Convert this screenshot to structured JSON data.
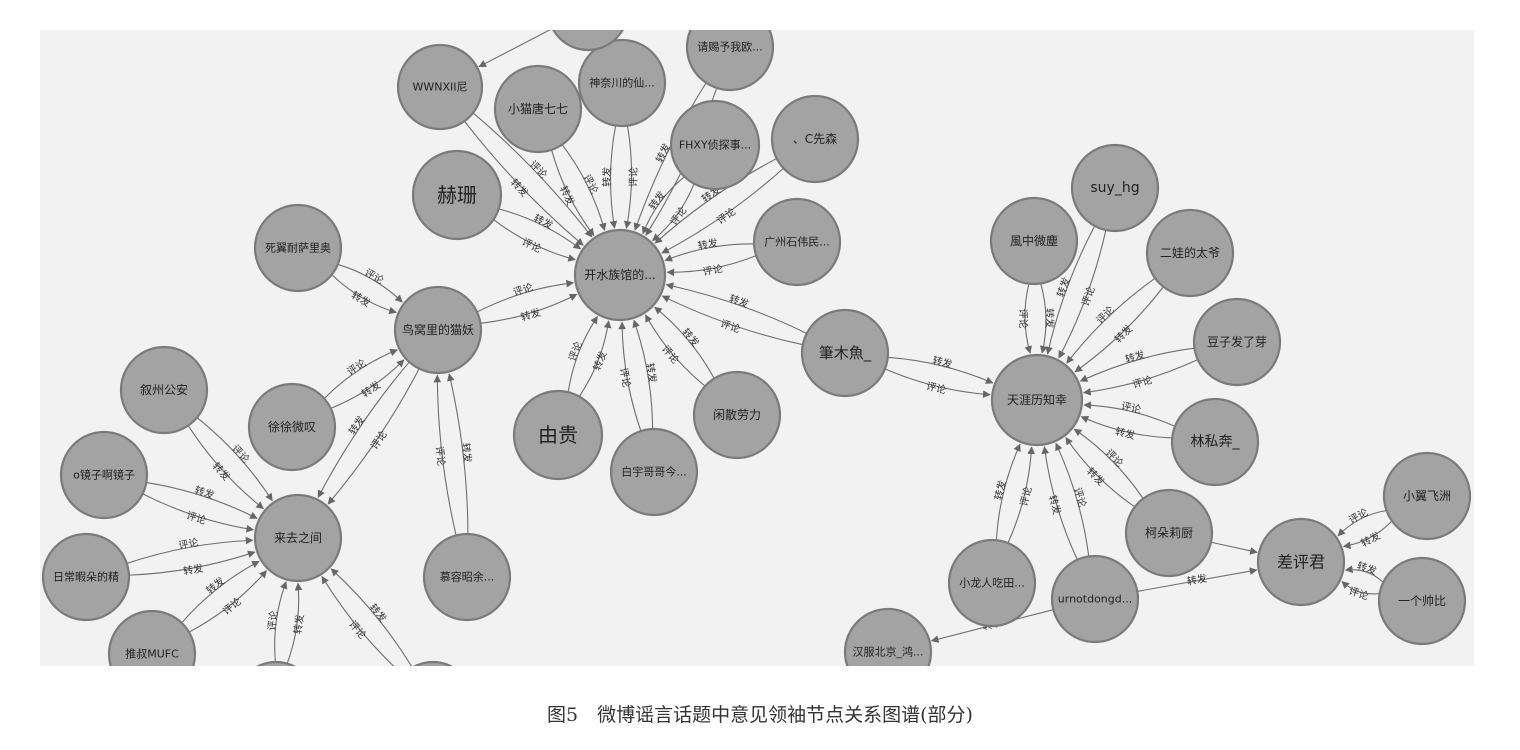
{
  "figure": {
    "caption": "图5　微博谣言话题中意见领袖节点关系图谱(部分)"
  },
  "edge_labels": {
    "forward": "转发",
    "comment": "评论"
  },
  "nodes": [
    {
      "id": "kaishui",
      "label": "开水族馆的..."
    },
    {
      "id": "tianya",
      "label": "天涯历知幸"
    },
    {
      "id": "niaowo",
      "label": "鸟窝里的猫妖"
    },
    {
      "id": "laiqu",
      "label": "来去之间"
    },
    {
      "id": "chaping",
      "label": "差评君"
    },
    {
      "id": "bimu",
      "label": "筆木魚_"
    },
    {
      "id": "youjing",
      "label": "由贵"
    },
    {
      "id": "heshan",
      "label": "赫珊"
    },
    {
      "id": "wwnxii",
      "label": "WWNXII尼"
    },
    {
      "id": "xiaomao",
      "label": "小猫唐七七"
    },
    {
      "id": "shennai",
      "label": "神奈川的仙..."
    },
    {
      "id": "qingci",
      "label": "请赐予我欧..."
    },
    {
      "id": "fhxy",
      "label": "FHXY侦探事..."
    },
    {
      "id": "cxiansen",
      "label": "、C先森"
    },
    {
      "id": "guangzhou",
      "label": "广州石伟民..."
    },
    {
      "id": "xianjiang",
      "label": "闲散劳力"
    },
    {
      "id": "baiyu",
      "label": "白宇哥哥今..."
    },
    {
      "id": "siyi",
      "label": "死翼耐萨里奥"
    },
    {
      "id": "xuxu",
      "label": "徐徐微叹"
    },
    {
      "id": "murong",
      "label": "慕容昭余..."
    },
    {
      "id": "xuzhou",
      "label": "叙州公安"
    },
    {
      "id": "ojingzi",
      "label": "o镜子啊镜子"
    },
    {
      "id": "richang",
      "label": "日常暇朵的精"
    },
    {
      "id": "tuishu",
      "label": "推叔MUFC"
    },
    {
      "id": "fengzhong",
      "label": "風中微塵"
    },
    {
      "id": "suyhg",
      "label": "suy_hg"
    },
    {
      "id": "erwa",
      "label": "二娃的太爷"
    },
    {
      "id": "douzi",
      "label": "豆子发了芽"
    },
    {
      "id": "linsi",
      "label": "林私奔_"
    },
    {
      "id": "keduo",
      "label": "柯朵莉厨"
    },
    {
      "id": "xiaolong",
      "label": "小龙人吃田..."
    },
    {
      "id": "urnot",
      "label": "urnotdongd..."
    },
    {
      "id": "hanfu",
      "label": "汉服北京_鸿..."
    },
    {
      "id": "xiaoyi",
      "label": "小翼飞洲"
    },
    {
      "id": "yigeshuai",
      "label": "一个帅比"
    },
    {
      "id": "top1",
      "label": ""
    },
    {
      "id": "bot1",
      "label": ""
    },
    {
      "id": "bot2",
      "label": ""
    }
  ],
  "edges": [
    {
      "from": "niaowo",
      "to": "kaishui",
      "labels": [
        "评论",
        "转发"
      ]
    },
    {
      "from": "wwnxii",
      "to": "kaishui",
      "labels": [
        "评论",
        "转发"
      ]
    },
    {
      "from": "xiaomao",
      "to": "kaishui",
      "labels": [
        "评论",
        "转发"
      ]
    },
    {
      "from": "shennai",
      "to": "kaishui",
      "labels": [
        "评论",
        "转发"
      ]
    },
    {
      "from": "qingci",
      "to": "kaishui",
      "labels": [
        "评论",
        "转发"
      ]
    },
    {
      "from": "fhxy",
      "to": "kaishui",
      "labels": [
        "评论",
        "转发"
      ]
    },
    {
      "from": "cxiansen",
      "to": "kaishui",
      "labels": [
        "评论",
        "转发"
      ]
    },
    {
      "from": "guangzhou",
      "to": "kaishui",
      "labels": [
        "评论",
        "转发"
      ]
    },
    {
      "from": "heshan",
      "to": "kaishui",
      "labels": [
        "转发",
        "评论"
      ]
    },
    {
      "from": "bimu",
      "to": "kaishui",
      "labels": [
        "评论",
        "转发"
      ]
    },
    {
      "from": "xianjiang",
      "to": "kaishui",
      "labels": [
        "评论",
        "转发"
      ]
    },
    {
      "from": "baiyu",
      "to": "kaishui",
      "labels": [
        "评论",
        "转发"
      ]
    },
    {
      "from": "youjing",
      "to": "kaishui",
      "labels": [
        "评论",
        "转发"
      ]
    },
    {
      "from": "siyi",
      "to": "niaowo",
      "labels": [
        "评论",
        "转发"
      ]
    },
    {
      "from": "xuxu",
      "to": "niaowo",
      "labels": [
        "评论",
        "转发"
      ]
    },
    {
      "from": "murong",
      "to": "niaowo",
      "labels": [
        "评论",
        "转发"
      ]
    },
    {
      "from": "niaowo",
      "to": "laiqu",
      "labels": [
        "评论",
        "转发"
      ]
    },
    {
      "from": "xuzhou",
      "to": "laiqu",
      "labels": [
        "评论",
        "转发"
      ]
    },
    {
      "from": "ojingzi",
      "to": "laiqu",
      "labels": [
        "转发",
        "评论"
      ]
    },
    {
      "from": "richang",
      "to": "laiqu",
      "labels": [
        "评论",
        "转发"
      ]
    },
    {
      "from": "tuishu",
      "to": "laiqu",
      "labels": [
        "转发",
        "评论"
      ]
    },
    {
      "from": "bot1",
      "to": "laiqu",
      "labels": [
        "评论",
        "转发"
      ]
    },
    {
      "from": "bot2",
      "to": "laiqu",
      "labels": [
        "评论",
        "转发"
      ]
    },
    {
      "from": "bimu",
      "to": "tianya",
      "labels": [
        "转发",
        "评论"
      ]
    },
    {
      "from": "fengzhong",
      "to": "tianya",
      "labels": [
        "转发",
        "评论"
      ]
    },
    {
      "from": "suyhg",
      "to": "tianya",
      "labels": [
        "评论",
        "转发"
      ]
    },
    {
      "from": "erwa",
      "to": "tianya",
      "labels": [
        "转发",
        "评论"
      ]
    },
    {
      "from": "douzi",
      "to": "tianya",
      "labels": [
        "评论",
        "转发"
      ]
    },
    {
      "from": "linsi",
      "to": "tianya",
      "labels": [
        "转发",
        "评论"
      ]
    },
    {
      "from": "keduo",
      "to": "tianya",
      "labels": [
        "转发",
        "评论"
      ]
    },
    {
      "from": "xiaolong",
      "to": "tianya",
      "labels": [
        "转发",
        "评论"
      ]
    },
    {
      "from": "urnot",
      "to": "tianya",
      "labels": [
        "转发",
        "评论"
      ]
    },
    {
      "from": "urnot",
      "to": "chaping",
      "labels": [
        "转发"
      ]
    },
    {
      "from": "keduo",
      "to": "chaping",
      "labels": [
        ""
      ]
    },
    {
      "from": "xiaoyi",
      "to": "chaping",
      "labels": [
        "转发",
        "评论"
      ]
    },
    {
      "from": "yigeshuai",
      "to": "chaping",
      "labels": [
        "评论",
        "转发"
      ]
    },
    {
      "from": "urnot",
      "to": "hanfu",
      "labels": [
        "转发"
      ]
    },
    {
      "from": "top1",
      "to": "wwnxii",
      "labels": [
        ""
      ]
    }
  ]
}
